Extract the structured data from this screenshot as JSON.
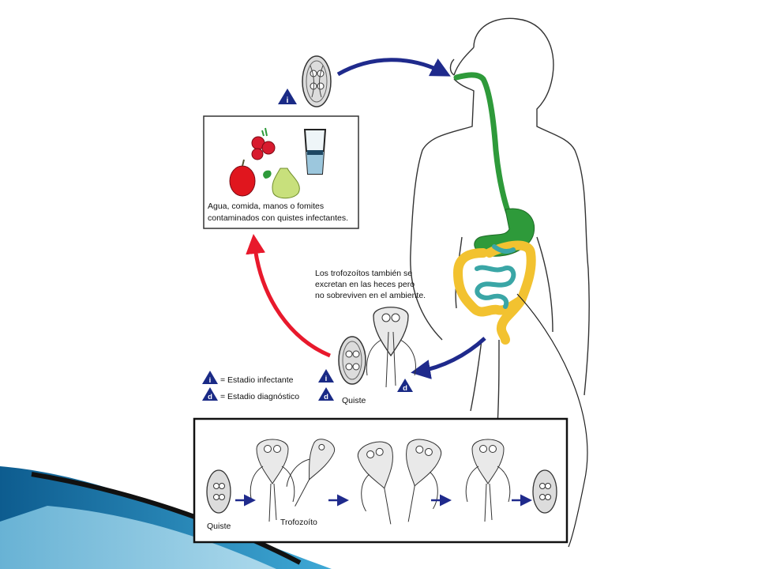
{
  "food_box": {
    "caption_line1": "Agua, comida, manos o fomites",
    "caption_line2": "contaminados con quistes infectantes."
  },
  "note": {
    "line1": "Los trofozoítos también se",
    "line2": "excretan en las heces pero",
    "line3": "no sobreviven en el ambiente."
  },
  "legend": {
    "infective_symbol": "i",
    "infective_label": "= Estadio infectante",
    "diagnostic_symbol": "d",
    "diagnostic_label": "= Estadio diagnóstico"
  },
  "stool_stages": {
    "cyst_label": "Quiste",
    "cyst_symbols": [
      "i",
      "d"
    ],
    "trophozoite_symbol": "d"
  },
  "ingestion_symbol": "i",
  "life_cycle_box": {
    "cyst_label": "Quiste",
    "trophozoite_label": "Trofozoíto"
  },
  "colors": {
    "blue_arrow": "#1f2a8c",
    "red_arrow": "#e8192c",
    "gi_green": "#2e9a3a",
    "colon_yellow": "#f2c230",
    "intestine_teal": "#3aa6a6",
    "stage_badge": "#1a2a86"
  }
}
